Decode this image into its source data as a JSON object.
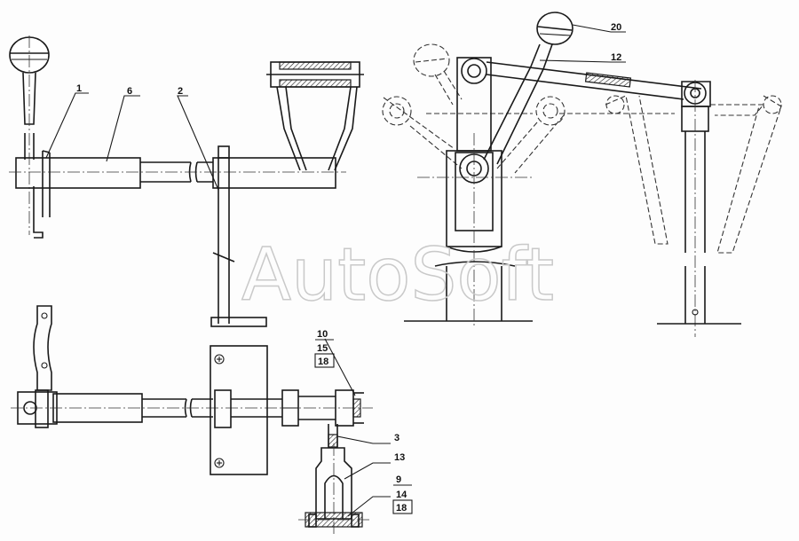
{
  "watermark": "AutoSoft",
  "callouts": {
    "c1": "1",
    "c6": "6",
    "c2": "2",
    "c20": "20",
    "c12": "12",
    "c10": "10",
    "c15": "15",
    "c18a": "18",
    "c3": "3",
    "c13": "13",
    "c9": "9",
    "c14": "14",
    "c18b": "18"
  }
}
